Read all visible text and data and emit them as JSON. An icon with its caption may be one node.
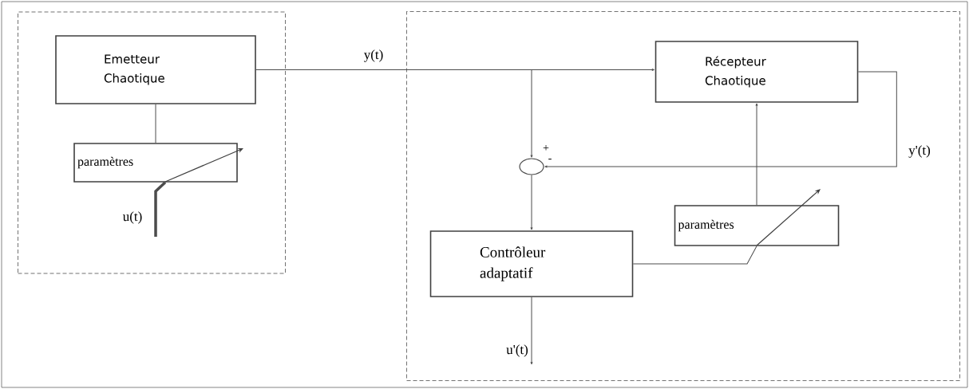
{
  "diagram": {
    "nodes": [
      {
        "text": [],
        "shape": "box"
      },
      {
        "text": [
          "Emetteur Chaotique"
        ],
        "in": 0
      },
      {
        "text": [
          "paramètres"
        ],
        "in": 0
      },
      {
        "text": [],
        "shape": "box"
      },
      {
        "text": [
          "Récepteur Chaotique"
        ],
        "in": 3
      },
      {
        "text": [],
        "shape": "circle",
        "in": 3
      },
      {
        "text": [
          "paramètres"
        ],
        "in": 3
      },
      {
        "text": [
          "Contrôleur adaptatif"
        ],
        "in": 3
      }
    ],
    "edges": [
      {
        "from": 1,
        "to": 4,
        "arrow": "to",
        "label": "y(t)"
      },
      {
        "from": 1,
        "to": 5,
        "arrow": "to"
      },
      {
        "from": 4,
        "to": 5,
        "arrow": "to",
        "label": "y'(t)"
      },
      {
        "from": 5,
        "to": 7,
        "arrow": "to"
      },
      {
        "from": 2,
        "to": 1,
        "arrow": "none"
      },
      {
        "from": 6,
        "to": 4,
        "arrow": "to"
      },
      {
        "from": 7,
        "to": 6,
        "arrow": "none"
      },
      {
        "from": null,
        "to": 2,
        "arrow": "none",
        "label": "u(t)",
        "style": "thick"
      },
      {
        "from": 7,
        "to": null,
        "arrow": "to",
        "label": "u'(t)"
      }
    ],
    "labels": [
      "+",
      "-"
    ]
  }
}
